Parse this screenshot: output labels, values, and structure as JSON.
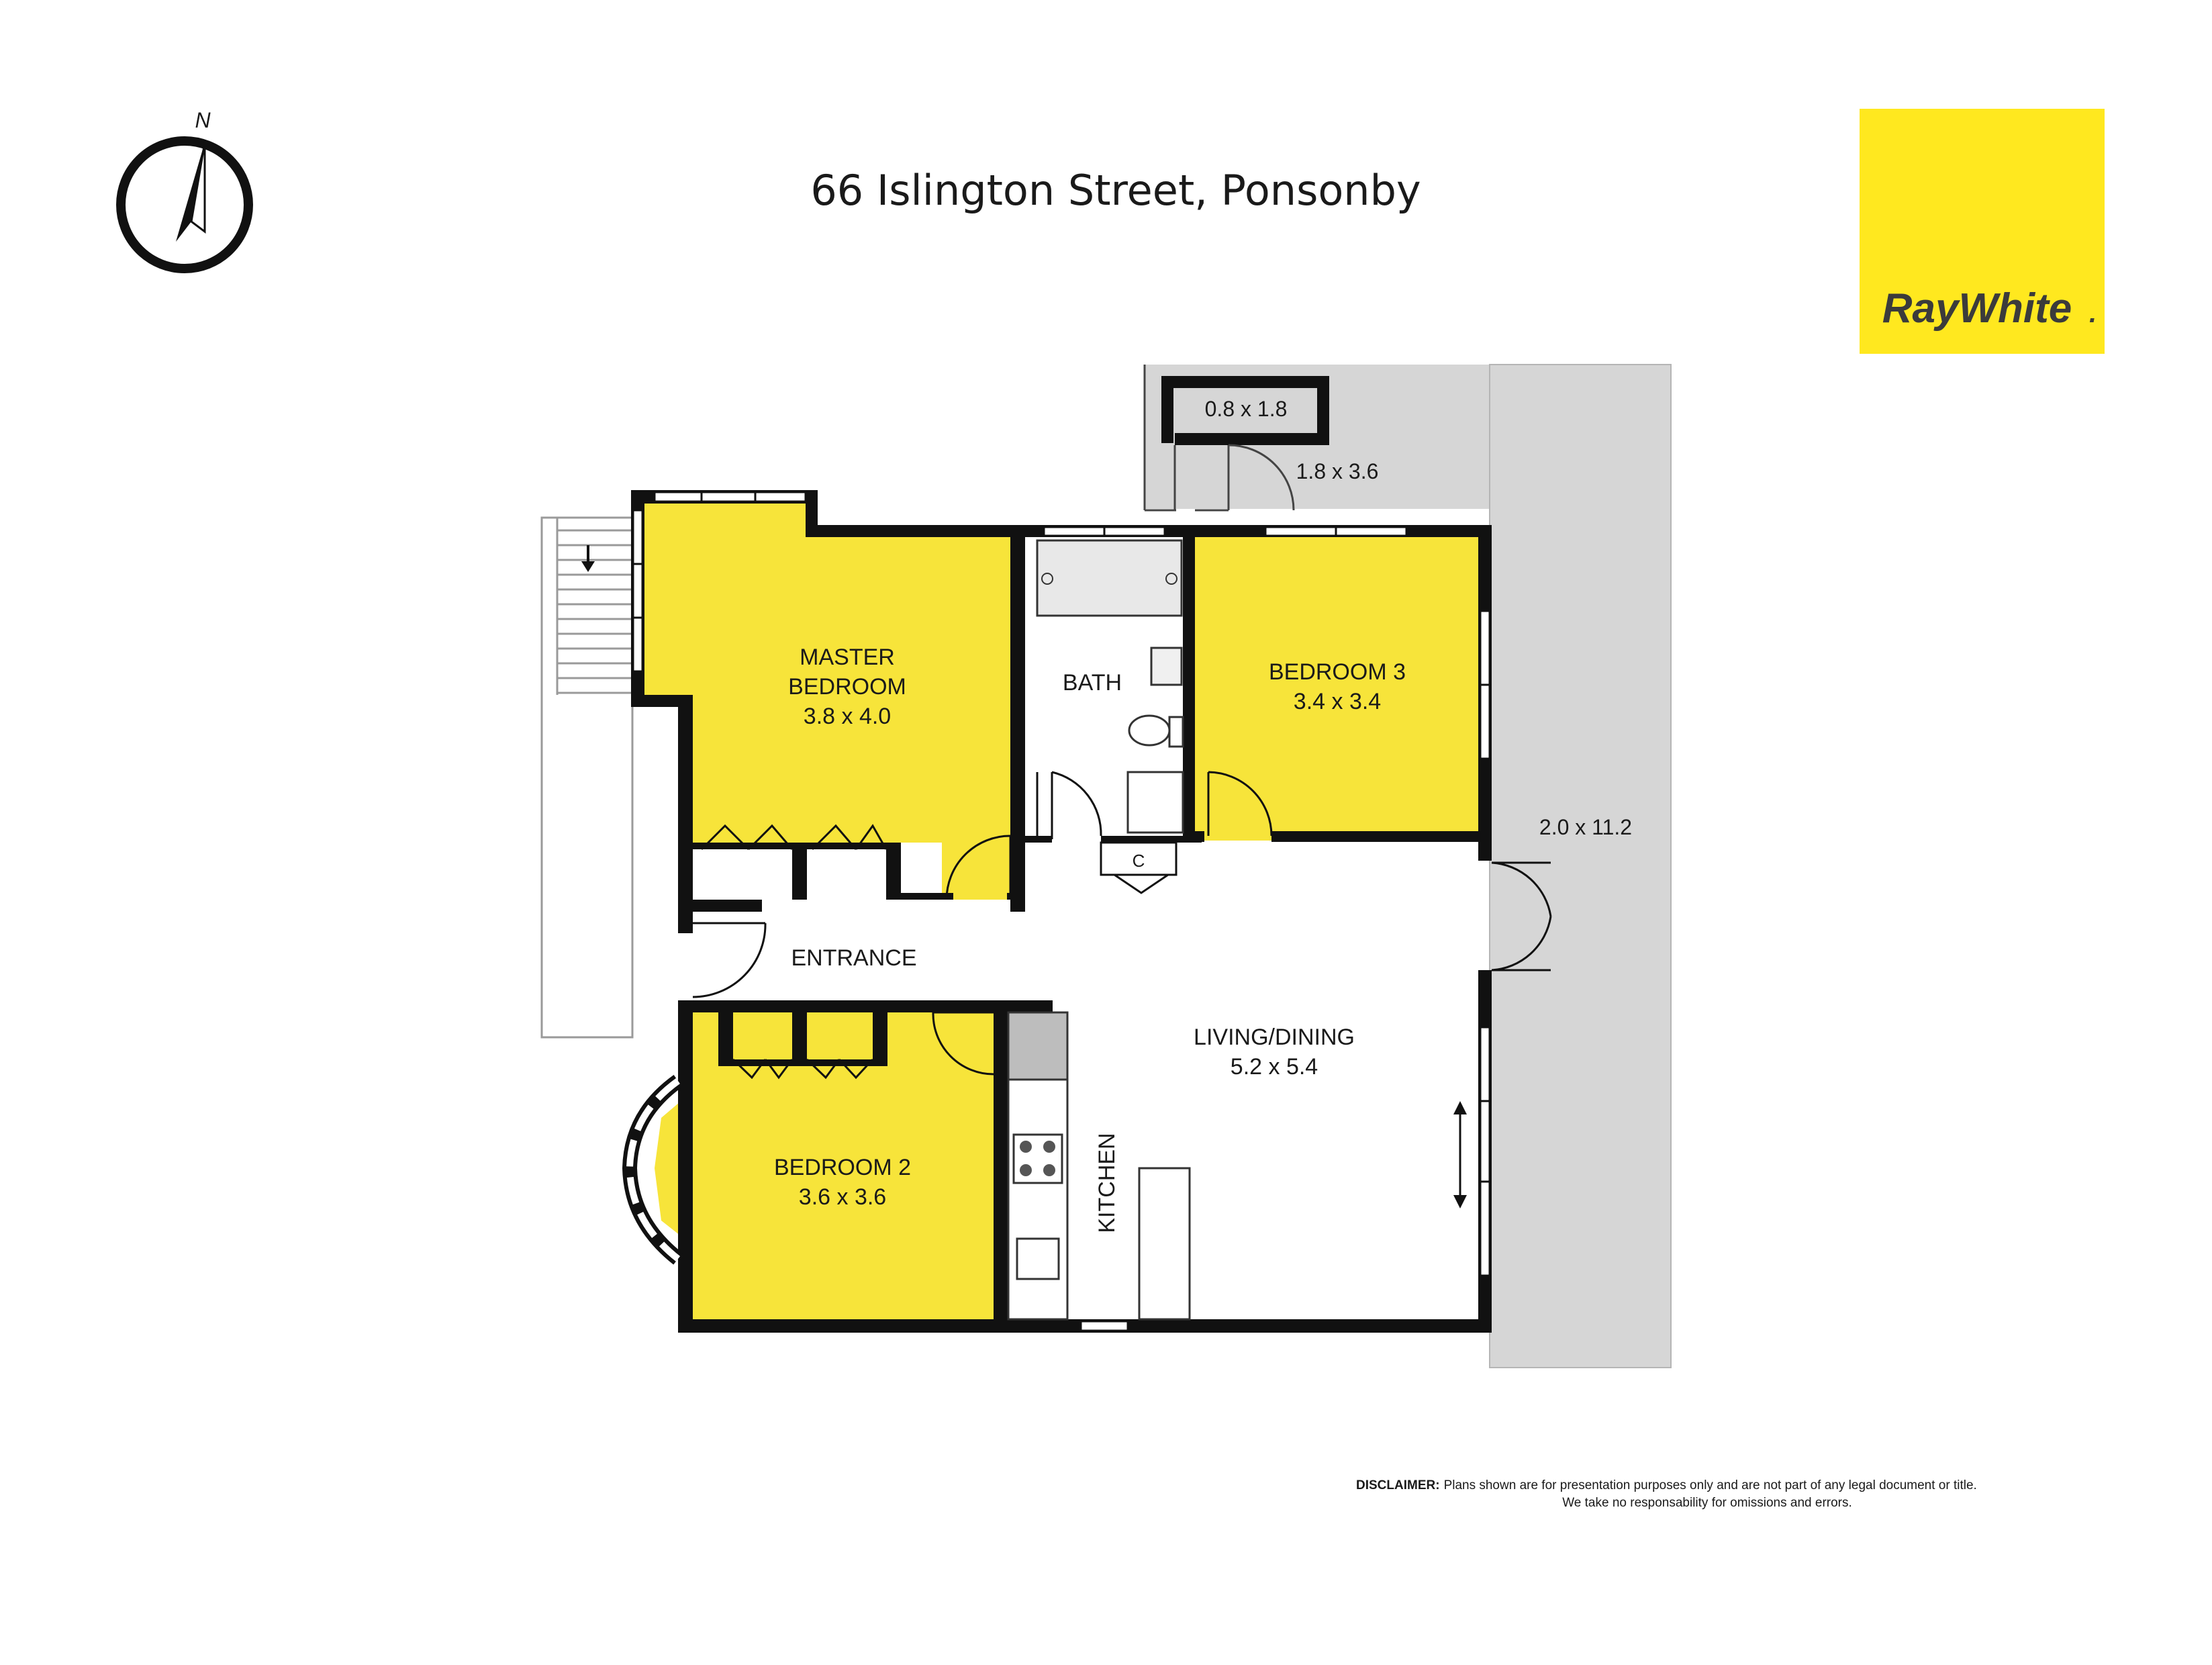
{
  "header": {
    "title": "66 Islington Street, Ponsonby",
    "compass_letter": "N",
    "logo_text": "RayWhite",
    "logo_mark": "."
  },
  "rooms": {
    "master": {
      "name_line1": "MASTER",
      "name_line2": "BEDROOM",
      "size": "3.8 x 4.0"
    },
    "bedroom3": {
      "name": "BEDROOM 3",
      "size": "3.4 x 3.4"
    },
    "bedroom2": {
      "name": "BEDROOM 2",
      "size": "3.6 x 3.6"
    },
    "bath": {
      "name": "BATH"
    },
    "entrance": {
      "name": "ENTRANCE"
    },
    "living": {
      "name": "LIVING/DINING",
      "size": "5.2 x 5.4"
    },
    "kitchen": {
      "name": "KITCHEN"
    },
    "cupboard": {
      "name": "C"
    },
    "storage": {
      "size": "0.8 x 1.8"
    },
    "courtyard": {
      "size": "1.8 x 3.6"
    },
    "deck": {
      "size": "2.0 x 11.2"
    }
  },
  "disclaimer": {
    "bold": "DISCLAIMER:",
    "line1": "Plans shown are for presentation purposes only and are not part of any legal document or title.",
    "line2": "We take no responsability for omissions and errors."
  },
  "colors": {
    "room_fill": "#f7e43a",
    "wall": "#111111",
    "outdoor": "#d6d6d6",
    "logo_bg": "#ffe81f",
    "logo_text": "#3b3b3b"
  },
  "icons": {
    "compass": "north-arrow-icon",
    "stairs_arrow": "arrow-down-icon",
    "sliding_door": "double-arrow-icon"
  }
}
